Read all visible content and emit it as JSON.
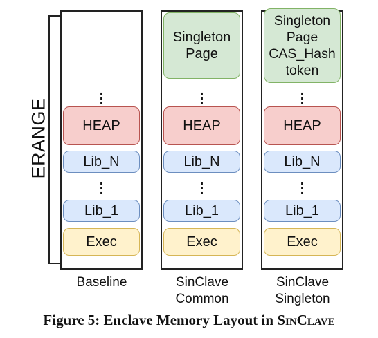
{
  "side_label": "ERANGE",
  "columns": [
    {
      "label": "Baseline",
      "heap": "HEAP",
      "lib_n": "Lib_N",
      "lib_1": "Lib_1",
      "exec": "Exec"
    },
    {
      "label": "SinClave\nCommon",
      "singleton": "Singleton\nPage",
      "heap": "HEAP",
      "lib_n": "Lib_N",
      "lib_1": "Lib_1",
      "exec": "Exec"
    },
    {
      "label": "SinClave\nSingleton",
      "singleton": "Singleton\nPage\nCAS_Hash\ntoken",
      "heap": "HEAP",
      "lib_n": "Lib_N",
      "lib_1": "Lib_1",
      "exec": "Exec"
    }
  ],
  "caption": {
    "prefix": "Figure 5: Enclave Memory Layout in ",
    "name": "SinClave"
  },
  "colors": {
    "heap_fill": "#f7cecc",
    "lib_fill": "#dae8fc",
    "exec_fill": "#fff2cc",
    "singleton_fill": "#d5e8d4"
  }
}
